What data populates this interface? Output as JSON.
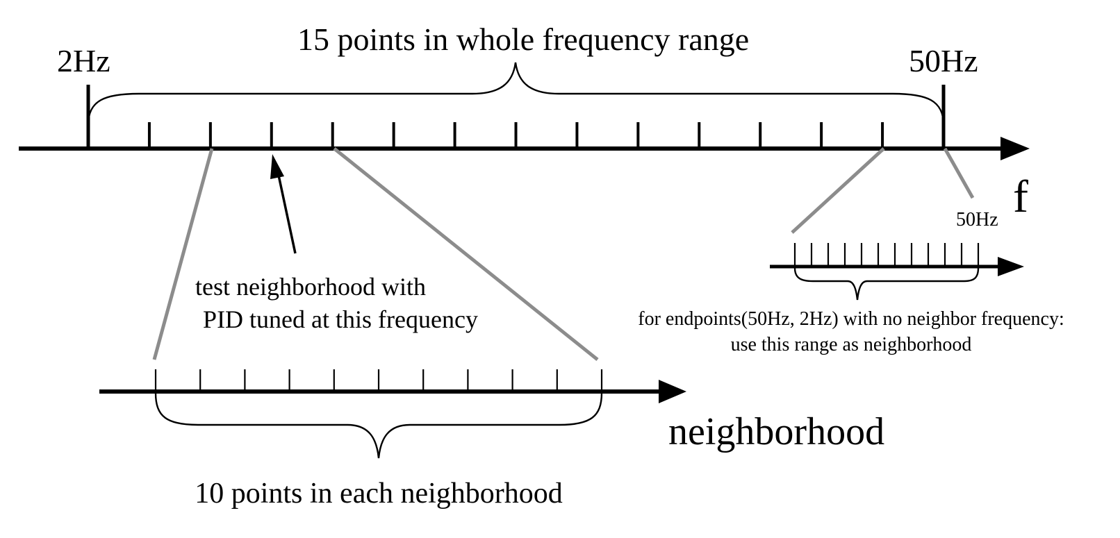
{
  "labels": {
    "range_start": "2Hz",
    "range_end": "50Hz",
    "whole_range": "15 points in whole frequency range",
    "axis_variable": "f",
    "endpoint_value": "50Hz",
    "annotation_line1": "test neighborhood with",
    "annotation_line2": "PID tuned at this frequency",
    "endpoint_note_line1": "for endpoints(50Hz, 2Hz) with no neighbor frequency:",
    "endpoint_note_line2": "use this range as neighborhood",
    "neighborhood_axis": "neighborhood",
    "neighborhood_points": "10 points in each neighborhood"
  },
  "main_axis": {
    "points": 15,
    "start": "2Hz",
    "end": "50Hz"
  },
  "neighborhood_axis": {
    "points": 10
  },
  "colors": {
    "ink": "#000000",
    "connector": "#8c8c8c",
    "background": "#ffffff"
  }
}
